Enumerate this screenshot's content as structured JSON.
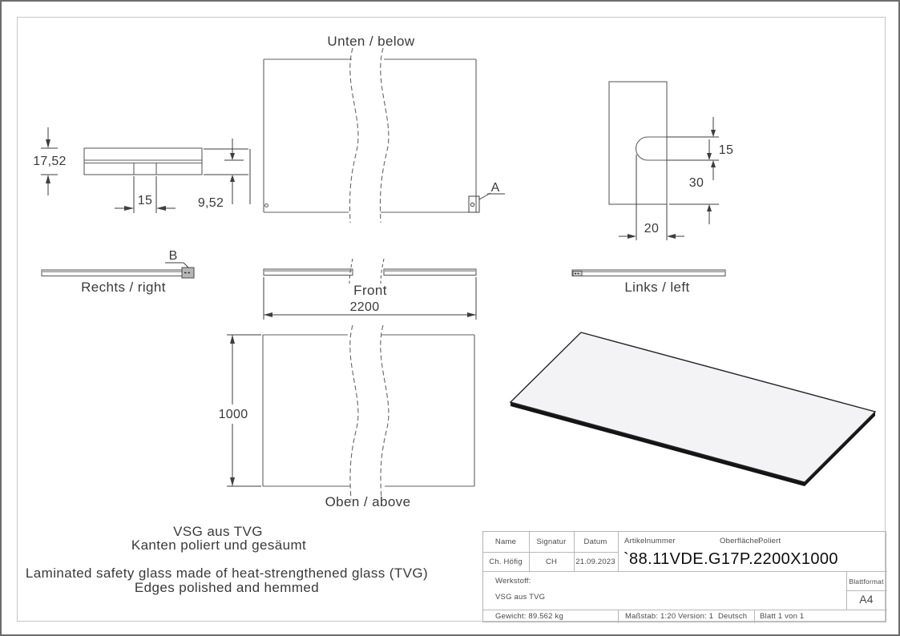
{
  "colors": {
    "line": "#5f5f5f",
    "dimension": "#3e3e3e",
    "text": "#3a3a3a",
    "frame": "#c6c6c6",
    "title_block_border": "#b3b3b3"
  },
  "views": {
    "unten": {
      "label": "Unten / below"
    },
    "oben": {
      "label": "Oben / above"
    },
    "front": {
      "label": "Front"
    },
    "rechts": {
      "label": "Rechts / right"
    },
    "links": {
      "label": "Links / left"
    },
    "detail_a": "A",
    "detail_b": "B"
  },
  "dimensions": {
    "section_total_thickness": "17,52",
    "section_notch_width": "15",
    "section_lower_thickness": "9,52",
    "slot_height": "15",
    "slot_edge_offset": "30",
    "slot_depth": "20",
    "panel_width": "2200",
    "panel_height": "1000"
  },
  "notes": {
    "de_line1": "VSG aus TVG",
    "de_line2": "Kanten poliert und gesäumt",
    "en_line1": "Laminated safety glass made of heat-strengthened glass (TVG)",
    "en_line2": "Edges polished and hemmed"
  },
  "title_block": {
    "headers": {
      "name": "Name",
      "signatur": "Signatur",
      "datum": "Datum",
      "artikelnummer": "Artikelnummer"
    },
    "oberflaeche_label": "Oberfläche:",
    "oberflaeche_value": "Poliert",
    "values": {
      "name": "Ch. Höfig",
      "signatur": "CH",
      "datum": "21.09.2023",
      "artikelnummer": "`88.11VDE.G17P.2200X1000"
    },
    "werkstoff_label": "Werkstoff:",
    "werkstoff_value": "VSG aus TVG",
    "blattformat_label": "Blattformat",
    "blattformat_value": "A4",
    "gewicht": "Gewicht: 89.562 kg",
    "massstab": "Maßstab: 1:20",
    "version": "Version: 1",
    "sprache": "Deutsch",
    "blatt": "Blatt 1 von 1"
  }
}
